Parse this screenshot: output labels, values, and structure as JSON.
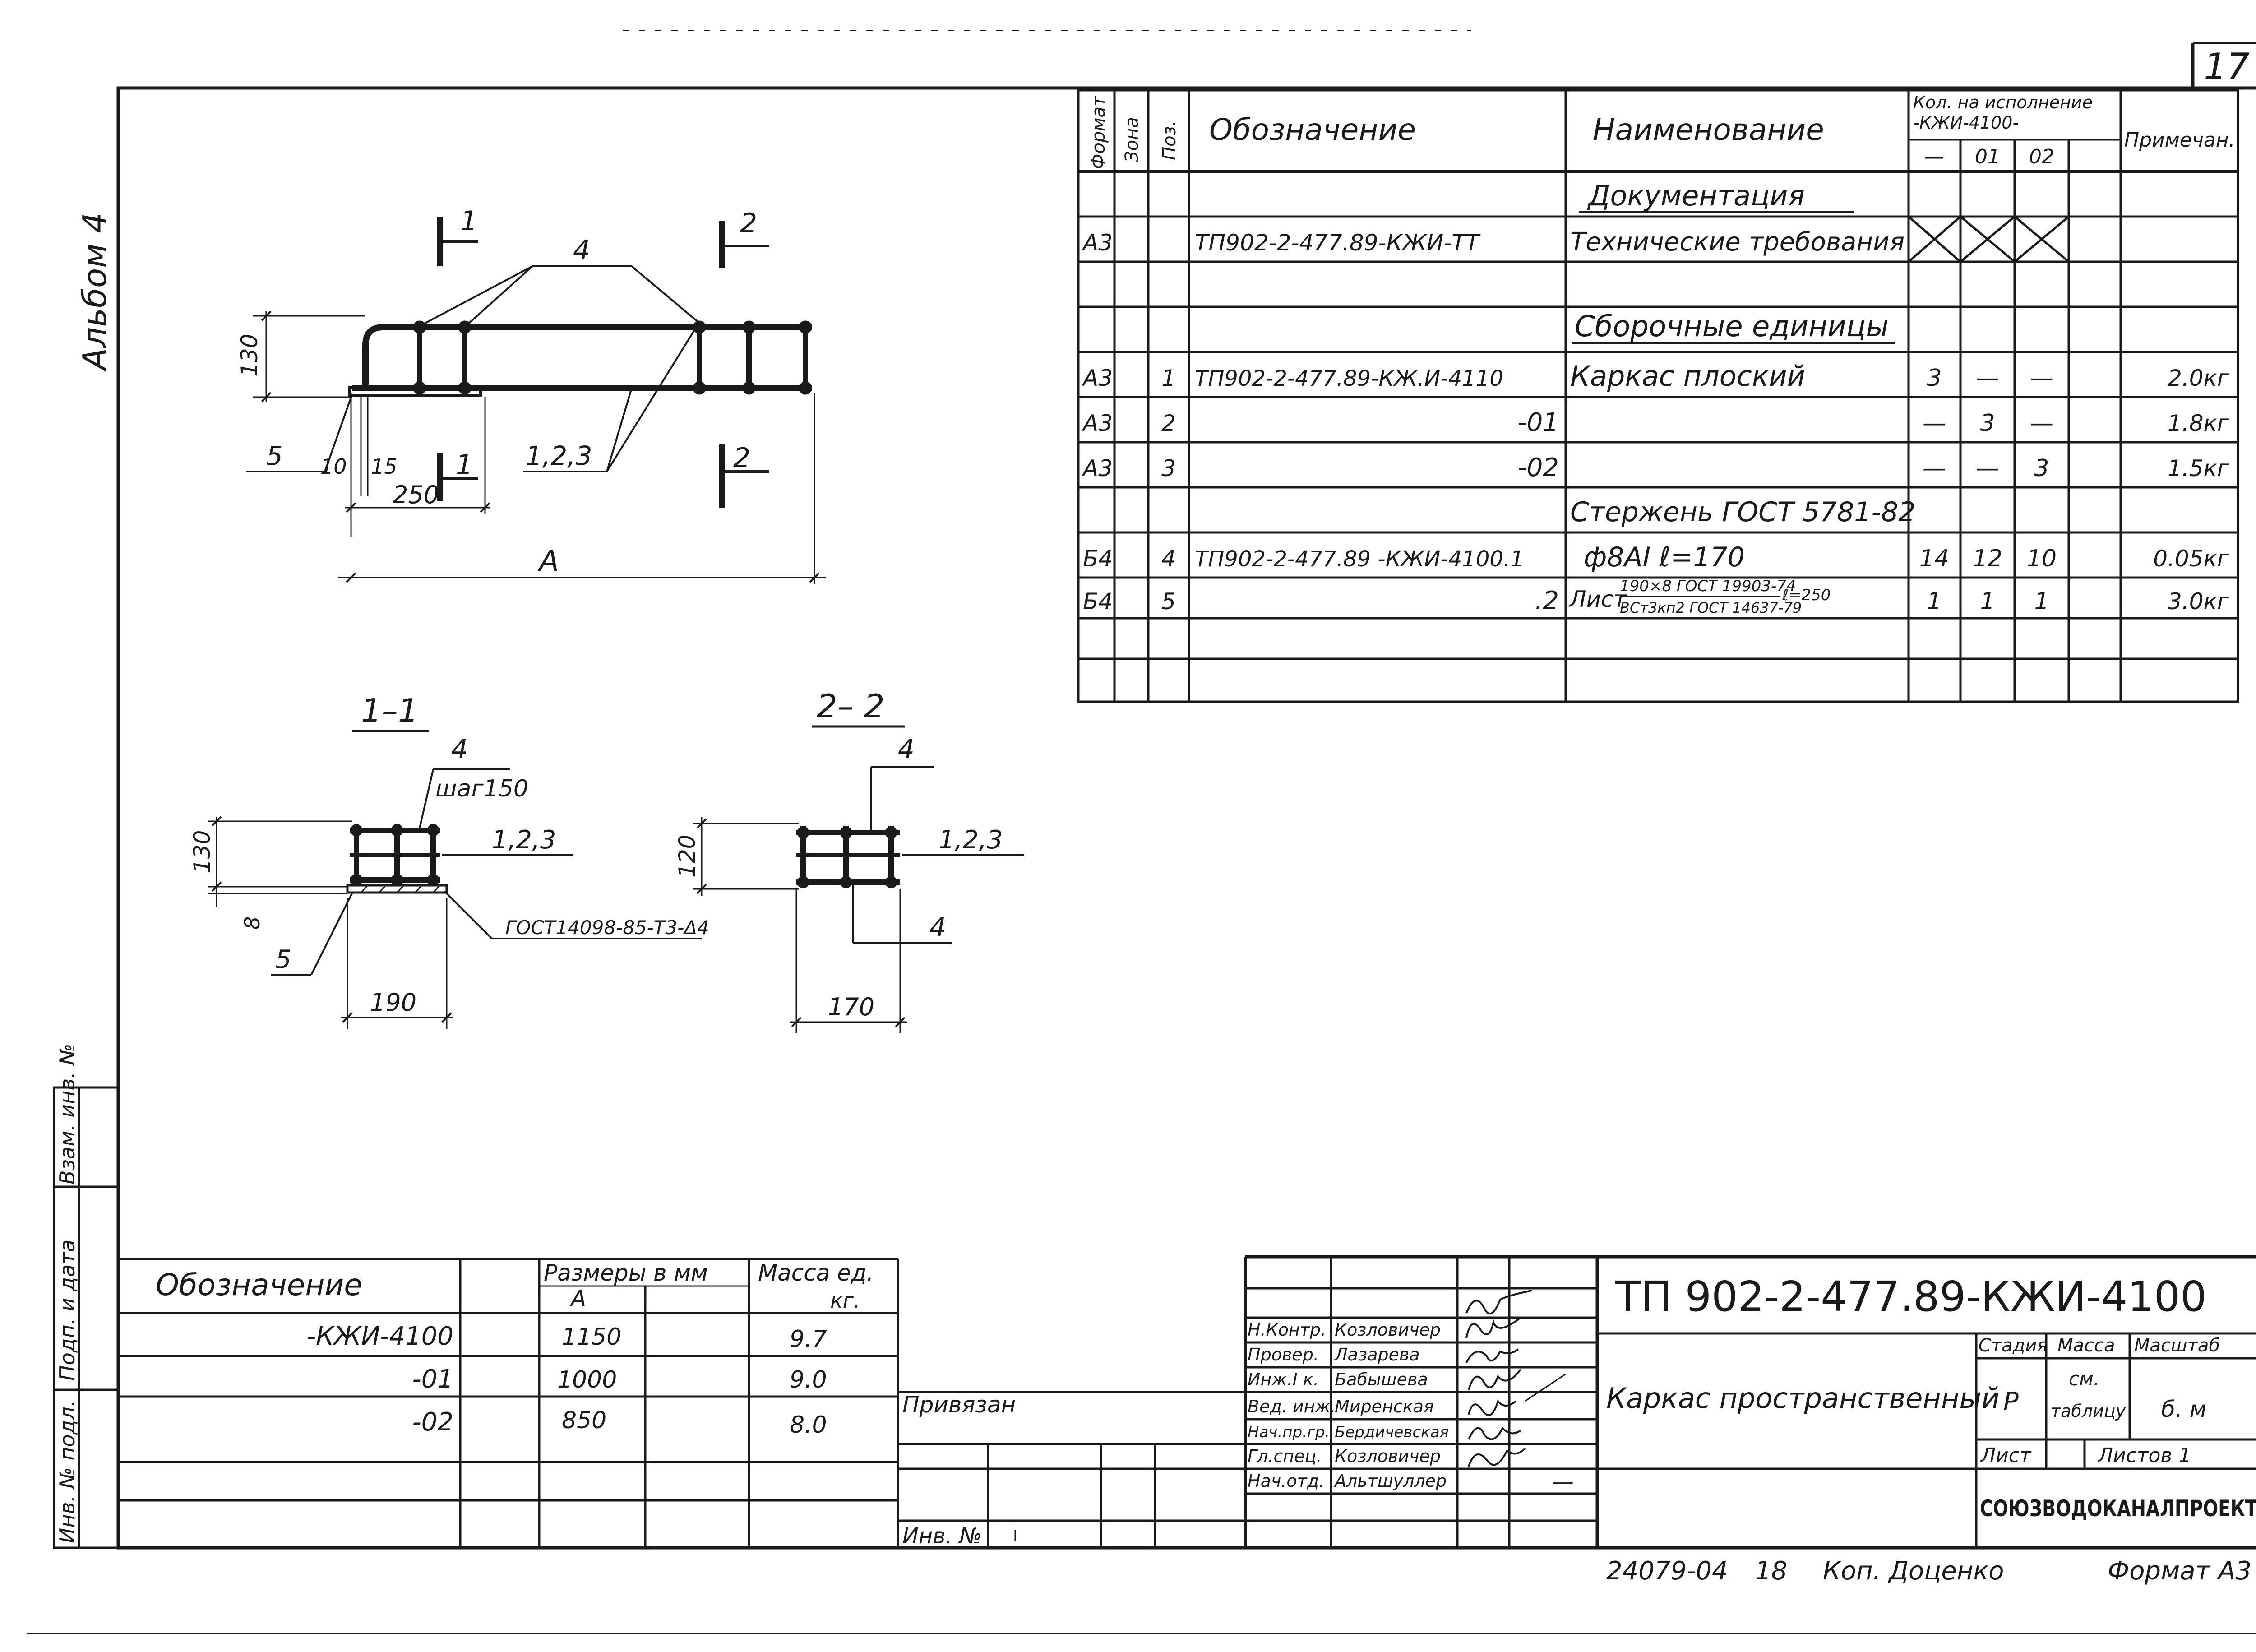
{
  "page": {
    "sheet_no": "17",
    "album": "Альбом 4"
  },
  "spec": {
    "headers": {
      "format": "Формат",
      "zone": "Зона",
      "pos": "Поз.",
      "designation": "Обозначение",
      "name": "Наименование",
      "qty_title_1": "Кол. на исполнение",
      "qty_title_2": "-КЖИ-4100-",
      "note": "Примечан."
    },
    "variants": [
      "—",
      "01",
      "02"
    ],
    "rows": [
      {
        "format": "",
        "pos": "",
        "designation": "",
        "name": "Документация",
        "q0": "",
        "q1": "",
        "q2": "",
        "note": ""
      },
      {
        "format": "А3",
        "pos": "",
        "designation": "ТП902-2-477.89-КЖИ-ТТ",
        "name": "Технические требования",
        "q0": "",
        "q1": "",
        "q2": "",
        "note": ""
      },
      {
        "format": "",
        "pos": "",
        "designation": "",
        "name": "",
        "q0": "",
        "q1": "",
        "q2": "",
        "note": ""
      },
      {
        "format": "",
        "pos": "",
        "designation": "",
        "name": "Сборочные единицы",
        "q0": "",
        "q1": "",
        "q2": "",
        "note": ""
      },
      {
        "format": "А3",
        "pos": "1",
        "designation": "ТП902-2-477.89-КЖ.И-4110",
        "name": "Каркас плоский",
        "q0": "3",
        "q1": "—",
        "q2": "—",
        "note": "2.0кг"
      },
      {
        "format": "А3",
        "pos": "2",
        "designation": "-01",
        "name": "",
        "q0": "—",
        "q1": "3",
        "q2": "—",
        "note": "1.8кг"
      },
      {
        "format": "А3",
        "pos": "3",
        "designation": "-02",
        "name": "",
        "q0": "—",
        "q1": "—",
        "q2": "3",
        "note": "1.5кг"
      },
      {
        "format": "",
        "pos": "",
        "designation": "",
        "name": "Стержень ГОСТ 5781-82",
        "q0": "",
        "q1": "",
        "q2": "",
        "note": ""
      },
      {
        "format": "Б4",
        "pos": "4",
        "designation": "ТП902-2-477.89 -КЖИ-4100.1",
        "name": "ф8АI   ℓ=170",
        "q0": "14",
        "q1": "12",
        "q2": "10",
        "note": "0.05кг"
      },
      {
        "format": "Б4",
        "pos": "5",
        "designation": ".2",
        "name": "Лист",
        "q0": "1",
        "q1": "1",
        "q2": "1",
        "note": "3.0кг"
      },
      {
        "format": "",
        "pos": "",
        "designation": "",
        "name": "",
        "q0": "",
        "q1": "",
        "q2": "",
        "note": ""
      },
      {
        "format": "",
        "pos": "",
        "designation": "",
        "name": "",
        "q0": "",
        "q1": "",
        "q2": "",
        "note": ""
      }
    ],
    "sheet_fraction": {
      "top": "190×8 ГОСТ 19903-74",
      "bottom": "ВСт3кп2 ГОСТ 14637-79",
      "suffix": "ℓ=250"
    }
  },
  "drawing": {
    "section_1": "1",
    "section_2": "2",
    "callouts": {
      "pos4": "4",
      "pos123": "1,2,3",
      "pos5": "5"
    },
    "dims": {
      "height": "130",
      "d10": "10",
      "d15": "15",
      "d250": "250",
      "A": "А"
    },
    "section_1_1": {
      "title": "1–1",
      "pos4": "4",
      "step": "шаг150",
      "pos123": "1,2,3",
      "h": "130",
      "t": "8",
      "pos5": "5",
      "gost": "ГОСТ14098-85-Т3-Δ4",
      "w": "190"
    },
    "section_2_2": {
      "title": "2– 2",
      "pos4a": "4",
      "pos123": "1,2,3",
      "h": "120",
      "pos4b": "4",
      "w": "170"
    }
  },
  "sizes_table": {
    "headers": {
      "designation": "Обозначение",
      "sizes": "Размеры в мм",
      "A": "А",
      "mass": "Масса ед.",
      "mass_unit": "кг."
    },
    "rows": [
      {
        "designation": "-КЖИ-4100",
        "A": "1150",
        "mass": "9.7"
      },
      {
        "designation": "-01",
        "A": "1000",
        "mass": "9.0"
      },
      {
        "designation": "-02",
        "A": "850",
        "mass": "8.0"
      }
    ]
  },
  "stamp": {
    "code": "ТП 902-2-477.89-КЖИ-4100",
    "title": "Каркас пространственный",
    "stage_label": "Стадия",
    "stage": "Р",
    "mass_label": "Масса",
    "mass_val_1": "см.",
    "mass_val_2": "таблицу",
    "scale_label": "Масштаб",
    "scale": "б. м",
    "sheet_label": "Лист",
    "sheets_label": "Листов 1",
    "org": "СОЮЗВОДОКАНАЛПРОЕКТ",
    "attached": "Привязан",
    "inv": "Инв. №",
    "persons": [
      {
        "role": "Н.Контр.",
        "name": "Козловичер"
      },
      {
        "role": "Провер.",
        "name": "Лазарева"
      },
      {
        "role": "Инж.I к.",
        "name": "Бабышева"
      },
      {
        "role": "Вед. инж.",
        "name": "Миренская"
      },
      {
        "role": "Нач.пр.гр.",
        "name": "Бердичевская"
      },
      {
        "role": "Гл.спец.",
        "name": "Козловичер"
      },
      {
        "role": "Нач.отд.",
        "name": "Альтшуллер"
      }
    ],
    "dash": "—"
  },
  "side": {
    "inv_orig": "Инв. № подл.",
    "sign_date": "Подп. и дата",
    "replace": "Взам. инв. №"
  },
  "footer": {
    "order": "24079-04",
    "num": "18",
    "copied": "Коп. Доценко",
    "format": "Формат А3"
  }
}
